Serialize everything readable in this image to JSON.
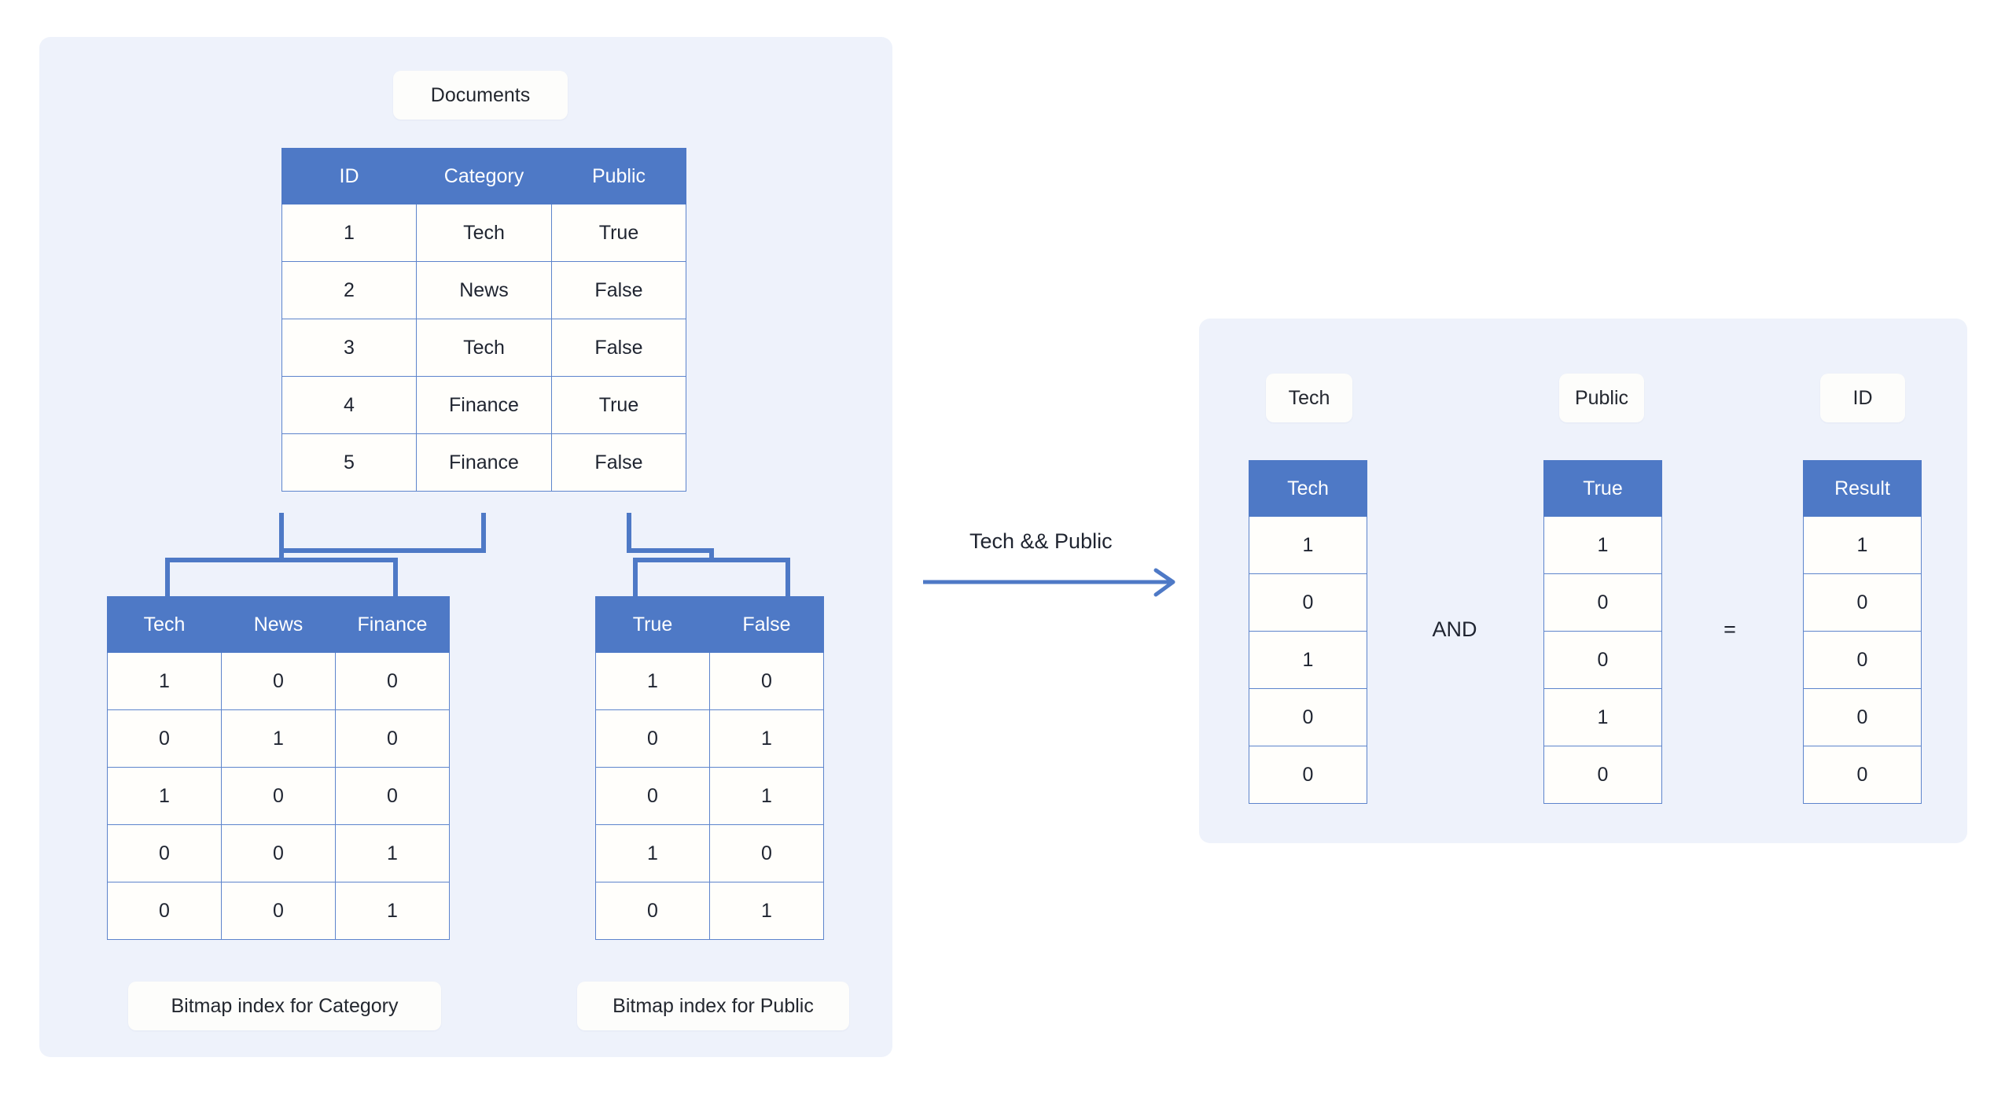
{
  "left_panel": {
    "source_chip": "Documents",
    "documents_table": {
      "headers": [
        "ID",
        "Category",
        "Public"
      ],
      "rows": [
        [
          "1",
          "Tech",
          "True"
        ],
        [
          "2",
          "News",
          "False"
        ],
        [
          "3",
          "Tech",
          "False"
        ],
        [
          "4",
          "Finance",
          "True"
        ],
        [
          "5",
          "Finance",
          "False"
        ]
      ]
    },
    "category_bitmap": {
      "headers": [
        "Tech",
        "News",
        "Finance"
      ],
      "rows": [
        [
          "1",
          "0",
          "0"
        ],
        [
          "0",
          "1",
          "0"
        ],
        [
          "1",
          "0",
          "0"
        ],
        [
          "0",
          "0",
          "1"
        ],
        [
          "0",
          "0",
          "1"
        ]
      ],
      "caption": "Bitmap index for Category"
    },
    "public_bitmap": {
      "headers": [
        "True",
        "False"
      ],
      "rows": [
        [
          "1",
          "0"
        ],
        [
          "0",
          "1"
        ],
        [
          "0",
          "1"
        ],
        [
          "1",
          "0"
        ],
        [
          "0",
          "1"
        ]
      ],
      "caption": "Bitmap index for Public"
    }
  },
  "transition": {
    "label": "Tech && Public",
    "arrow_color": "#4e79c6"
  },
  "right_panel": {
    "operand_a": {
      "chip": "Tech",
      "header": "Tech",
      "values": [
        "1",
        "0",
        "1",
        "0",
        "0"
      ]
    },
    "operator": "AND",
    "operand_b": {
      "chip": "Public",
      "header": "True",
      "values": [
        "1",
        "0",
        "0",
        "1",
        "0"
      ]
    },
    "equals": "=",
    "result": {
      "chip": "ID",
      "header": "Result",
      "values": [
        "1",
        "0",
        "0",
        "0",
        "0"
      ]
    }
  },
  "colors": {
    "panel_bg": "#eef2fb",
    "header_blue": "#4e79c6",
    "cell_border": "#5d84cc",
    "chip_bg": "#fdfdfb",
    "text": "#1f2430"
  }
}
